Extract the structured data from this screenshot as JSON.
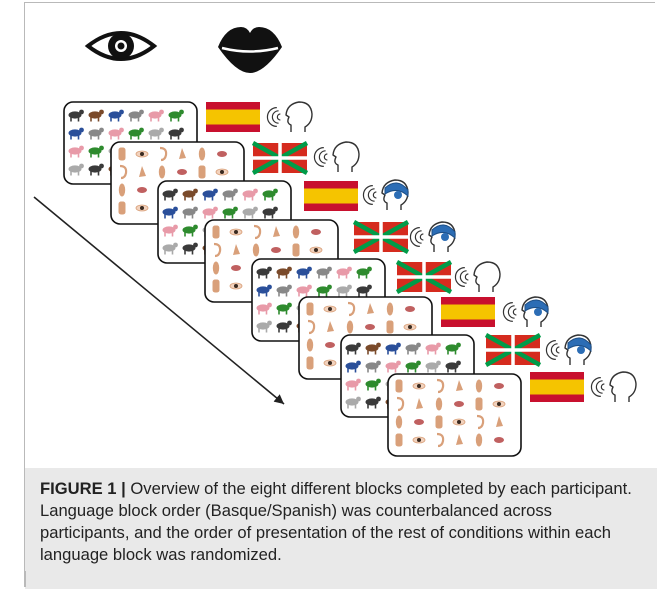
{
  "caption": {
    "label": "FIGURE 1 |",
    "text": " Overview of the eight different blocks completed by each participant. Language block order (Basque/Spanish) was counterbalanced across participants, and the order of presentation of the rest of conditions within each language block was randomized."
  },
  "modalities": [
    {
      "name": "eye-icon",
      "meaning": "visual"
    },
    {
      "name": "lips-icon",
      "meaning": "audio-visual lips"
    }
  ],
  "blocks": [
    {
      "content": "animals",
      "language": "spanish-flag",
      "speaker": "plain"
    },
    {
      "content": "body-parts",
      "language": "basque-flag",
      "speaker": "plain"
    },
    {
      "content": "animals",
      "language": "spanish-flag",
      "speaker": "blue"
    },
    {
      "content": "body-parts",
      "language": "basque-flag",
      "speaker": "blue"
    },
    {
      "content": "animals",
      "language": "basque-flag",
      "speaker": "plain"
    },
    {
      "content": "body-parts",
      "language": "spanish-flag",
      "speaker": "blue"
    },
    {
      "content": "animals",
      "language": "basque-flag",
      "speaker": "blue"
    },
    {
      "content": "body-parts",
      "language": "spanish-flag",
      "speaker": "plain"
    }
  ],
  "colors": {
    "spanish_red": "#c8102e",
    "spanish_yellow": "#f5c400",
    "basque_red": "#d52b1e",
    "basque_green": "#009b48",
    "speaker_blue": "#2c6db5",
    "skin": "#d9a07a",
    "animal_dark": "#3a3a3a",
    "animal_green": "#2e8b2e",
    "animal_brown": "#7a4a2a",
    "animal_pink": "#e89aa8",
    "animal_blue": "#2a4f9a"
  }
}
